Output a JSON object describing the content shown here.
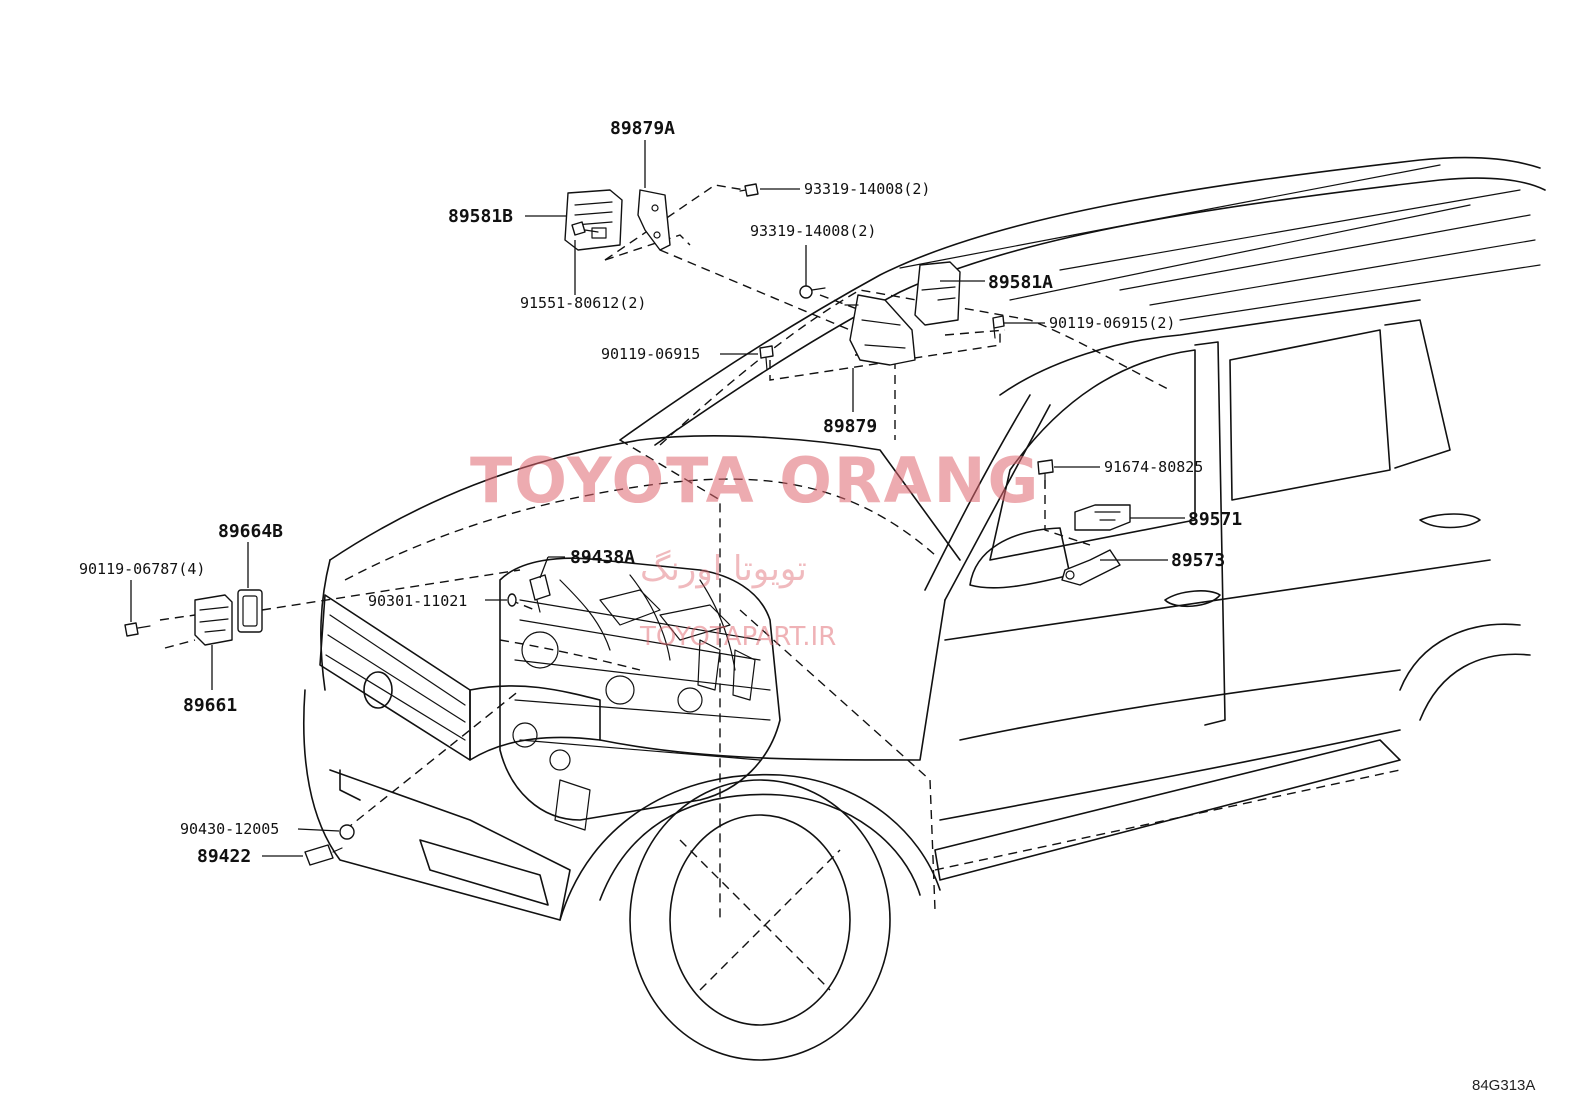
{
  "parts": {
    "p89879A": "89879A",
    "p89581B": "89581B",
    "p93319_a": "93319-14008(2)",
    "p93319_b": "93319-14008(2)",
    "p91551": "91551-80612(2)",
    "p89581A": "89581A",
    "p90119_06915_2": "90119-06915(2)",
    "p90119_06915": "90119-06915",
    "p89879": "89879",
    "p91674": "91674-80825",
    "p89571": "89571",
    "p89573": "89573",
    "p89664B": "89664B",
    "p90119_06787": "90119-06787(4)",
    "p89438A": "89438A",
    "p90301": "90301-11021",
    "p89661": "89661",
    "p90430": "90430-12005",
    "p89422": "89422"
  },
  "watermark": {
    "main": "TOYOTA ORANG",
    "persian": "تویوتا اورنگ",
    "url": "TOYOTAPART.IR"
  },
  "reference": "84G313A",
  "colors": {
    "line": "#111111",
    "watermark": "#e06870"
  }
}
